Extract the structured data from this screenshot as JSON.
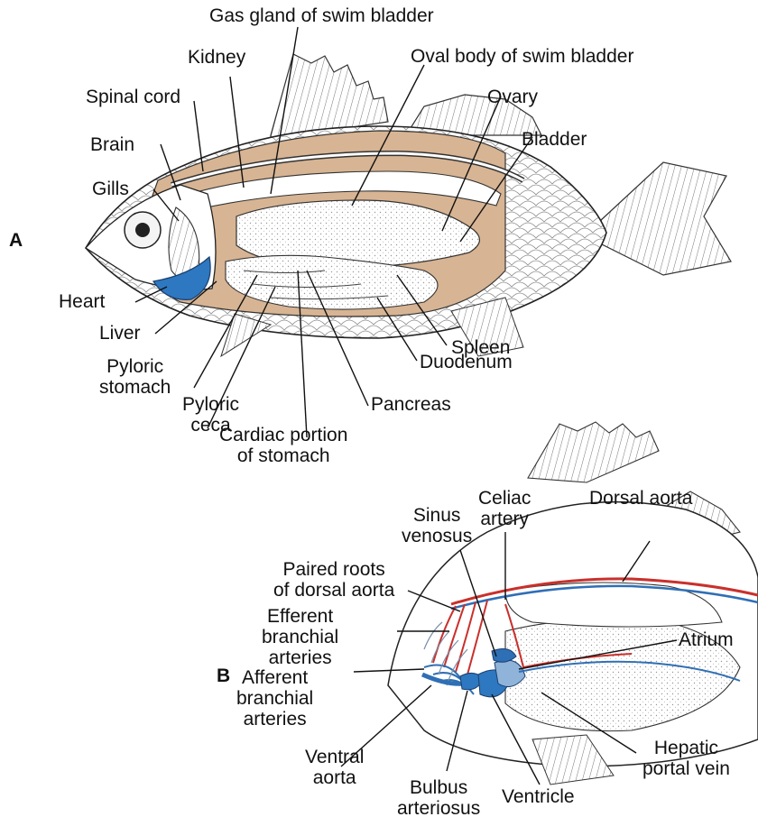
{
  "figure": {
    "panel_a": "A",
    "panel_b": "B",
    "labels_a": {
      "gas_gland": "Gas gland of swim bladder",
      "kidney": "Kidney",
      "oval_body": "Oval body of swim bladder",
      "spinal_cord": "Spinal cord",
      "ovary": "Ovary",
      "brain": "Brain",
      "bladder": "Bladder",
      "gills": "Gills",
      "heart": "Heart",
      "liver": "Liver",
      "pyloric_stomach": "Pyloric\nstomach",
      "pyloric_ceca": "Pyloric\nceca",
      "spleen": "Spleen",
      "duodenum": "Duodenum",
      "pancreas": "Pancreas",
      "cardiac_stomach": "Cardiac portion\nof stomach"
    },
    "labels_b": {
      "celiac_artery": "Celiac\nartery",
      "dorsal_aorta": "Dorsal aorta",
      "sinus_venosus": "Sinus\nvenosus",
      "paired_roots": "Paired roots\nof dorsal aorta",
      "efferent": "Efferent\nbranchial\narteries",
      "atrium": "Atrium",
      "afferent": "Afferent\nbranchial\narteries",
      "ventral_aorta": "Ventral\naorta",
      "hepatic_portal": "Hepatic\nportal vein",
      "bulbus": "Bulbus\narteriosus",
      "ventricle": "Ventricle"
    }
  },
  "colors": {
    "tan": "#d7b493",
    "artery_red": "#c9302c",
    "vein_blue": "#2f6fb5",
    "heart_blue": "#2d78c0"
  }
}
